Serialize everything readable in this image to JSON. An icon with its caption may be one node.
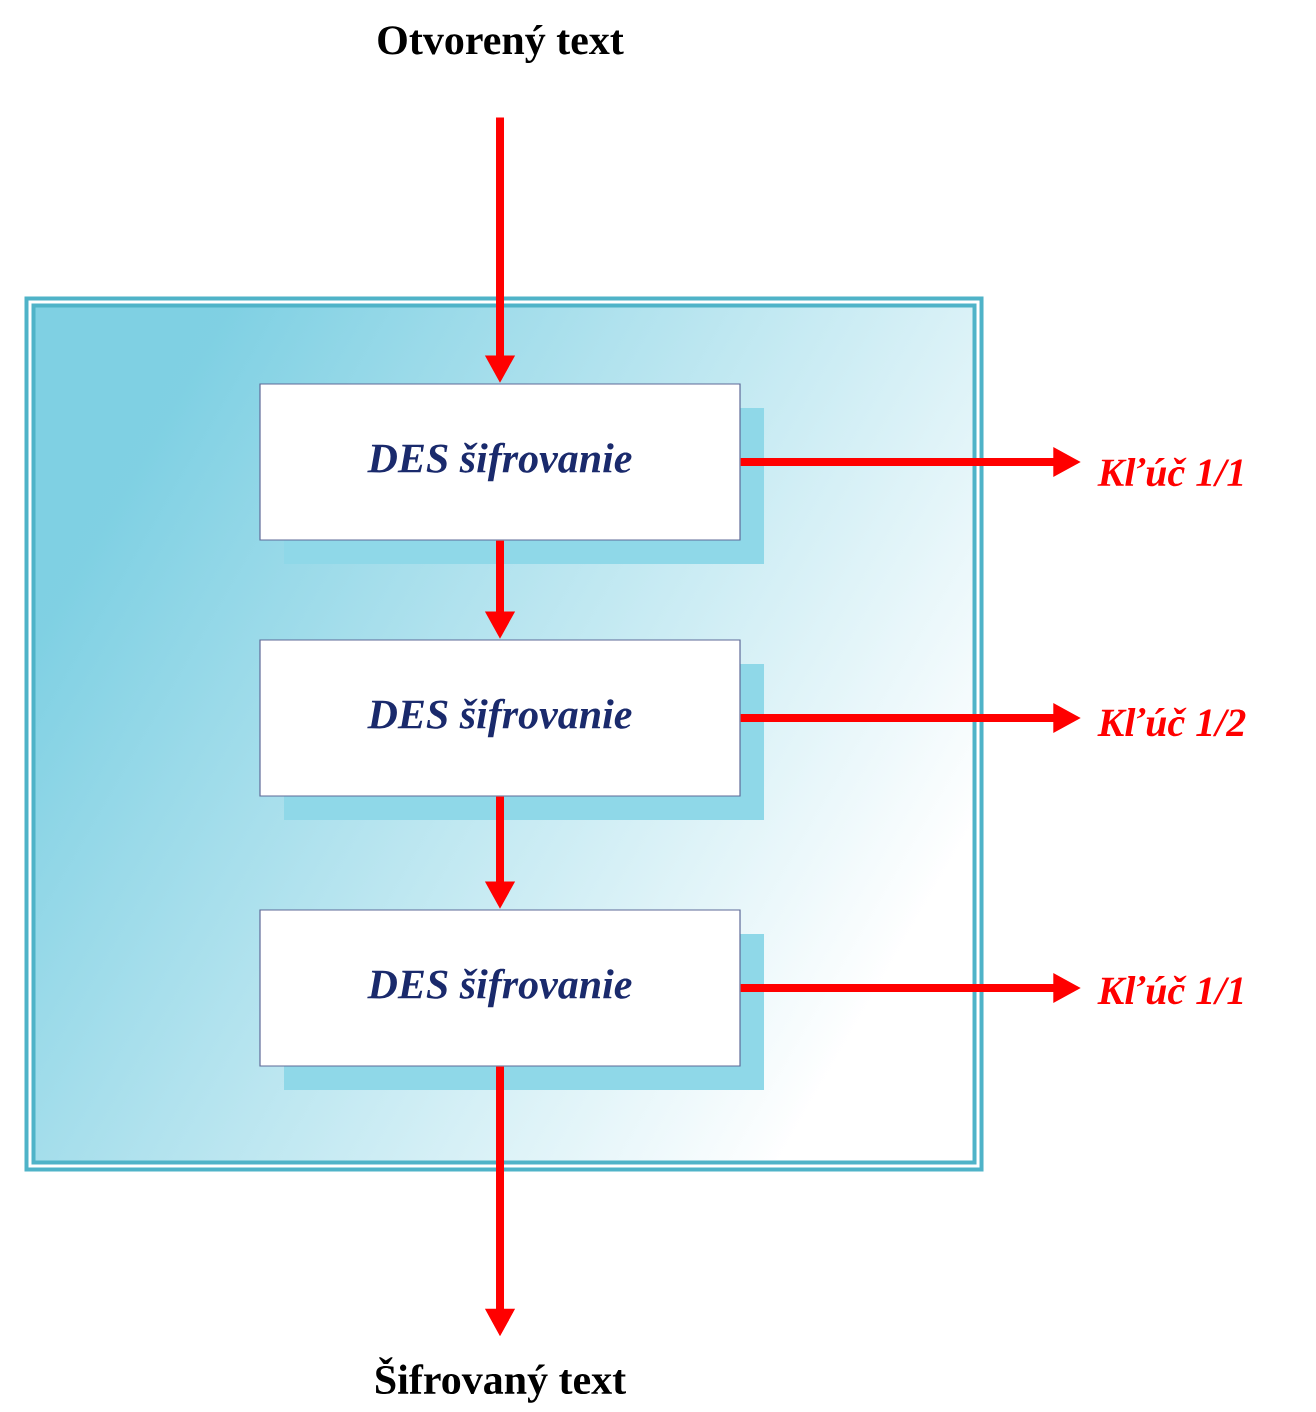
{
  "diagram": {
    "nodes": [
      {
        "text": [
          "Otvorený text"
        ]
      },
      {
        "text": [],
        "shape": "box"
      },
      {
        "text": [
          "DES šifrovanie"
        ],
        "in": 1
      },
      {
        "text": [
          "DES šifrovanie"
        ],
        "in": 1
      },
      {
        "text": [
          "DES šifrovanie"
        ],
        "in": 1
      },
      {
        "text": [
          "Kľúč 1/1"
        ]
      },
      {
        "text": [
          "Kľúč 1/2"
        ]
      },
      {
        "text": [
          "Kľúč 1/1"
        ]
      },
      {
        "text": [
          "Šifrovaný text"
        ]
      }
    ],
    "edges": [
      {
        "from": 0,
        "to": 2,
        "arrow": "to"
      },
      {
        "from": 2,
        "to": 3,
        "arrow": "to"
      },
      {
        "from": 3,
        "to": 4,
        "arrow": "to"
      },
      {
        "from": 4,
        "to": 8,
        "arrow": "to"
      },
      {
        "from": 2,
        "to": 5,
        "arrow": "to"
      },
      {
        "from": 3,
        "to": 6,
        "arrow": "to"
      },
      {
        "from": 4,
        "to": 7,
        "arrow": "to"
      }
    ]
  }
}
